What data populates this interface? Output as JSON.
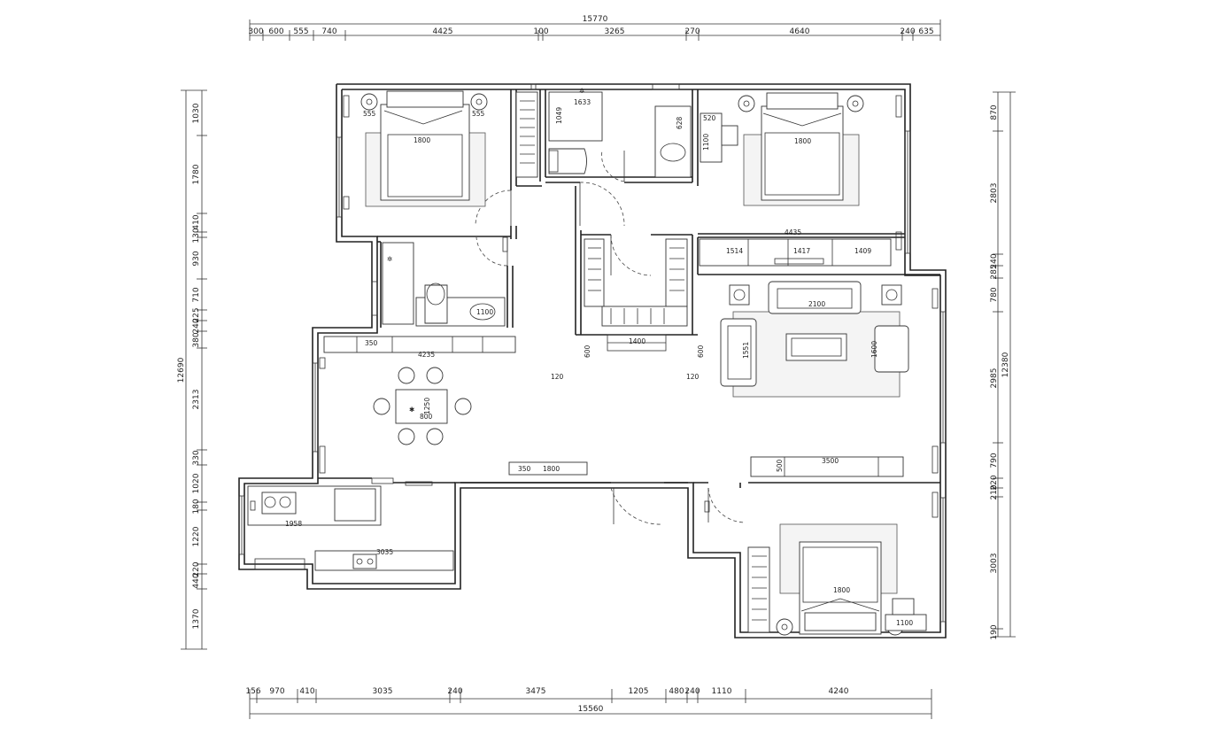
{
  "top_dims": {
    "total": "15770",
    "segments": [
      "300",
      "600",
      "555",
      "740",
      "4425",
      "100",
      "3265",
      "270",
      "4640",
      "240",
      "635"
    ]
  },
  "bottom_dims": {
    "total": "15560",
    "segments": [
      "156",
      "970",
      "410",
      "3035",
      "240",
      "3475",
      "1205",
      "480",
      "240",
      "1110",
      "4240"
    ]
  },
  "left_dims": {
    "total": "12690",
    "segments": [
      "1030",
      "1780",
      "410",
      "130",
      "930",
      "710",
      "225",
      "240",
      "380",
      "2313",
      "330",
      "1020",
      "180",
      "1220",
      "220",
      "440",
      "1370"
    ]
  },
  "right_dims": {
    "total": "12380",
    "segments": [
      "870",
      "2803",
      "240",
      "285",
      "780",
      "2985",
      "790",
      "220",
      "210",
      "3003",
      "190"
    ]
  },
  "room_labels": {
    "bed_nw_width": "1800",
    "bed_nw_nightstand_l": "555",
    "bed_nw_nightstand_r": "555",
    "bath_n_a": "1633",
    "bath_n_b": "1049",
    "bath_n_c": "628",
    "bed_ne_width": "1800",
    "desk_ne_a": "520",
    "desk_ne_b": "1100",
    "tv_wall": "4435",
    "cab_a": "1514",
    "cab_b": "1417",
    "cab_c": "1409",
    "bath_mid": "1100",
    "closet_w": "1400",
    "sofa_len": "2100",
    "sofa_side": "1551",
    "armchair": "1600",
    "shoe_cab_depth": "350",
    "cabinet_len": "4235",
    "dining_a": "1250",
    "dining_b": "800",
    "tv_table_depth": "500",
    "tv_table_len": "3500",
    "console_depth": "350",
    "console_len": "1800",
    "kitchen_counter": "1958",
    "kitchen_counter_b": "3035",
    "bed_se_width": "1800",
    "desk_se": "1100",
    "door_gap_l": "120",
    "door_gap_r": "120",
    "hall_a": "600",
    "hall_b": "600"
  }
}
